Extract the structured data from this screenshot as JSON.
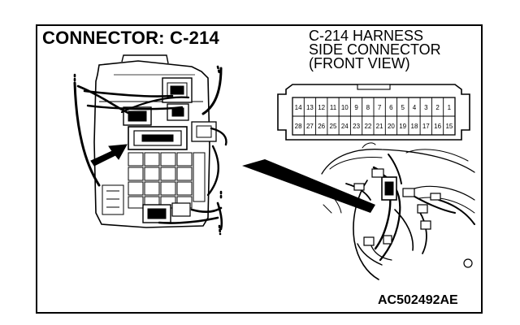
{
  "title": "CONNECTOR: C-214",
  "harness_label": {
    "line1": "C-214 HARNESS",
    "line2": "SIDE CONNECTOR",
    "line3": "(FRONT VIEW)"
  },
  "connector_pins": {
    "top_row": [
      "14",
      "13",
      "12",
      "11",
      "10",
      "9",
      "8",
      "7",
      "6",
      "5",
      "4",
      "3",
      "2",
      "1"
    ],
    "bottom_row": [
      "28",
      "27",
      "26",
      "25",
      "24",
      "23",
      "22",
      "21",
      "20",
      "19",
      "18",
      "17",
      "16",
      "15"
    ]
  },
  "figure_code": "AC502492AE"
}
